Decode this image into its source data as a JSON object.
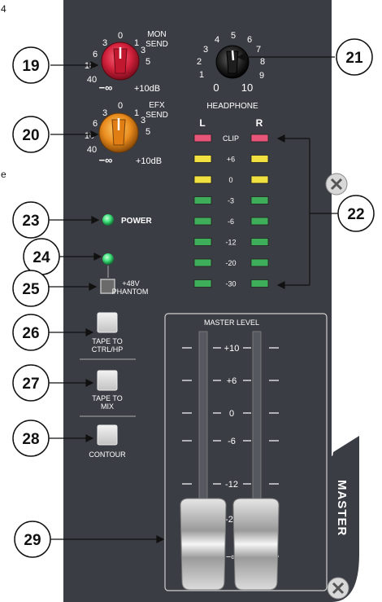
{
  "page_numbers": [
    "4",
    "e"
  ],
  "mon_send": {
    "label": [
      "MON",
      "SEND"
    ],
    "scale": [
      "0",
      "1",
      "3",
      "6",
      "10",
      "40",
      "3",
      "5"
    ],
    "min_label": "−∞",
    "max_label": "+10dB"
  },
  "efx_send": {
    "label": [
      "EFX",
      "SEND"
    ],
    "scale": [
      "0",
      "1",
      "3",
      "6",
      "10",
      "40",
      "3",
      "5"
    ],
    "min_label": "−∞",
    "max_label": "+10dB"
  },
  "headphone": {
    "label": "HEADPHONE",
    "scale": [
      "5",
      "4",
      "6",
      "3",
      "7",
      "2",
      "8",
      "1",
      "9"
    ],
    "min_label": "0",
    "max_label": "10"
  },
  "meter": {
    "left_label": "L",
    "right_label": "R",
    "segments": [
      {
        "label": "CLIP",
        "color": "#e8557a"
      },
      {
        "label": "+6",
        "color": "#f0e040"
      },
      {
        "label": "0",
        "color": "#f0e040"
      },
      {
        "label": "-3",
        "color": "#3fae5b"
      },
      {
        "label": "-6",
        "color": "#3fae5b"
      },
      {
        "label": "-12",
        "color": "#3fae5b"
      },
      {
        "label": "-20",
        "color": "#3fae5b"
      },
      {
        "label": "-30",
        "color": "#3fae5b"
      }
    ]
  },
  "power": {
    "label": "POWER"
  },
  "phantom": {
    "label": [
      "+48V",
      "PHANTOM"
    ]
  },
  "buttons": [
    {
      "label": [
        "TAPE TO",
        "CTRL/HP"
      ]
    },
    {
      "label": [
        "TAPE TO",
        "MIX"
      ]
    },
    {
      "label": [
        "CONTOUR"
      ]
    }
  ],
  "master_level": {
    "label": "MASTER LEVEL",
    "scale": [
      "+10",
      "+6",
      "0",
      "-6",
      "-12",
      "-20",
      "−∞"
    ]
  },
  "master_tab": "MASTER",
  "callouts": [
    "19",
    "20",
    "21",
    "22",
    "23",
    "24",
    "25",
    "26",
    "27",
    "28",
    "29"
  ],
  "colors": {
    "panel": "#3b3d44",
    "mon_knob": "#d0203a",
    "efx_knob": "#e88a1c",
    "hp_knob": "#1a1a1a",
    "led_green": "#3fe07a"
  }
}
